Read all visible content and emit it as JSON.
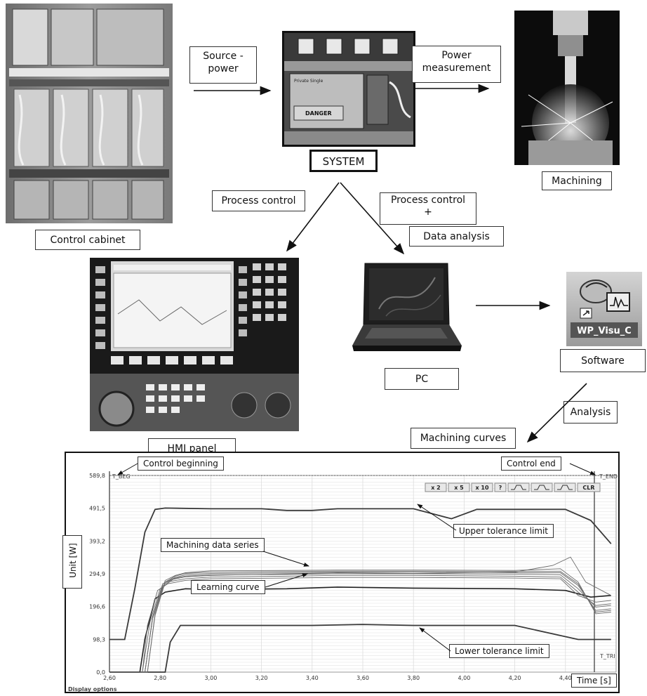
{
  "blocks": {
    "control_cabinet": "Control cabinet",
    "source_power": "Source -\npower",
    "system": "SYSTEM",
    "power_measurement": "Power\nmeasurement",
    "machining": "Machining",
    "process_control_left": "Process control",
    "process_control_right": "Process control\n+",
    "data_analysis": "Data analysis",
    "hmi_panel": "HMI panel",
    "pc": "PC",
    "software": "Software",
    "software_icon_label": "WP_Visu_C",
    "analysis": "Analysis",
    "machining_curves": "Machining curves"
  },
  "system_photo": {
    "sticker_line1": "Private Single",
    "sticker_line2": "DANGER"
  },
  "chart_data": {
    "type": "line",
    "title": "",
    "xlabel": "Time [s]",
    "ylabel": "Unit [W]",
    "xlim": [
      2.6,
      4.6
    ],
    "ylim": [
      0.0,
      589.8
    ],
    "x_ticks": [
      "2,60",
      "2,80",
      "3,00",
      "3,20",
      "3,40",
      "3,60",
      "3,80",
      "4,00",
      "4,20",
      "4,40"
    ],
    "y_ticks": [
      "589,8",
      "491,5",
      "393,2",
      "294,9",
      "196,6",
      "98,3",
      "0,0"
    ],
    "toolbar": [
      "x 2",
      "x 5",
      "x 10",
      "?",
      "",
      "",
      "",
      "CLR"
    ],
    "markers": {
      "begin": "T_BEG",
      "end": "T_END",
      "trigger": "T_TRI"
    },
    "footer": "Display options",
    "annotations": {
      "control_beginning": "Control beginning",
      "control_end": "Control end",
      "upper": "Upper tolerance limit",
      "series": "Machining data series",
      "learning": "Learning curve",
      "lower": "Lower tolerance limit"
    },
    "series": [
      {
        "role": "upper",
        "x": [
          2.6,
          2.66,
          2.7,
          2.74,
          2.78,
          2.82,
          3.0,
          3.2,
          3.3,
          3.4,
          3.5,
          3.8,
          3.9,
          3.95,
          4.05,
          4.2,
          4.4,
          4.5,
          4.58
        ],
        "y": [
          98,
          98,
          250,
          420,
          488,
          492,
          490,
          490,
          485,
          485,
          490,
          490,
          470,
          460,
          488,
          488,
          488,
          455,
          385
        ]
      },
      {
        "role": "lower",
        "x": [
          2.6,
          2.82,
          2.84,
          2.88,
          3.0,
          3.4,
          3.6,
          3.8,
          4.2,
          4.45,
          4.58
        ],
        "y": [
          0,
          0,
          90,
          140,
          140,
          140,
          143,
          140,
          140,
          98,
          98
        ]
      },
      {
        "role": "learning",
        "x": [
          2.6,
          2.72,
          2.74,
          2.78,
          2.82,
          2.9,
          3.0,
          3.3,
          3.5,
          3.8,
          4.2,
          4.4,
          4.5,
          4.58
        ],
        "y": [
          0,
          0,
          100,
          220,
          240,
          250,
          248,
          250,
          255,
          252,
          250,
          245,
          225,
          230
        ]
      },
      {
        "role": "data",
        "x": [
          2.6,
          2.73,
          2.75,
          2.79,
          2.83,
          2.9,
          3.0,
          3.3,
          3.5,
          3.8,
          4.2,
          4.38,
          4.45,
          4.52,
          4.58
        ],
        "y": [
          0,
          0,
          140,
          245,
          265,
          275,
          280,
          282,
          284,
          284,
          282,
          280,
          230,
          210,
          215
        ]
      },
      {
        "role": "data",
        "x": [
          2.6,
          2.73,
          2.76,
          2.8,
          2.84,
          2.9,
          3.0,
          3.3,
          3.5,
          3.8,
          4.2,
          4.38,
          4.45,
          4.52,
          4.58
        ],
        "y": [
          0,
          0,
          150,
          250,
          272,
          280,
          285,
          288,
          290,
          290,
          288,
          285,
          240,
          200,
          205
        ]
      },
      {
        "role": "data",
        "x": [
          2.6,
          2.74,
          2.77,
          2.81,
          2.85,
          2.9,
          3.0,
          3.3,
          3.5,
          3.8,
          4.2,
          4.38,
          4.45,
          4.52,
          4.58
        ],
        "y": [
          0,
          0,
          160,
          260,
          280,
          288,
          292,
          293,
          295,
          295,
          294,
          292,
          250,
          195,
          200
        ]
      },
      {
        "role": "data",
        "x": [
          2.6,
          2.74,
          2.77,
          2.81,
          2.86,
          2.9,
          3.0,
          3.3,
          3.5,
          3.8,
          4.2,
          4.38,
          4.45,
          4.52,
          4.58
        ],
        "y": [
          0,
          0,
          165,
          265,
          284,
          292,
          296,
          298,
          300,
          300,
          298,
          298,
          260,
          185,
          190
        ]
      },
      {
        "role": "data",
        "x": [
          2.6,
          2.75,
          2.78,
          2.82,
          2.86,
          2.9,
          3.0,
          3.3,
          3.5,
          3.8,
          4.2,
          4.38,
          4.45,
          4.52,
          4.58
        ],
        "y": [
          0,
          0,
          170,
          270,
          288,
          296,
          300,
          302,
          303,
          303,
          302,
          302,
          265,
          180,
          185
        ]
      },
      {
        "role": "data",
        "x": [
          2.6,
          2.75,
          2.78,
          2.82,
          2.86,
          2.9,
          3.0,
          3.3,
          3.5,
          3.8,
          4.2,
          4.38,
          4.45,
          4.52,
          4.58
        ],
        "y": [
          0,
          0,
          175,
          275,
          290,
          298,
          304,
          305,
          306,
          306,
          305,
          310,
          270,
          175,
          180
        ]
      },
      {
        "role": "data",
        "x": [
          2.6,
          2.74,
          2.77,
          2.81,
          2.85,
          2.9,
          3.0,
          3.3,
          3.5,
          3.8,
          4.2,
          4.35,
          4.42,
          4.48,
          4.58
        ],
        "y": [
          0,
          0,
          160,
          255,
          278,
          286,
          290,
          295,
          298,
          296,
          300,
          320,
          345,
          270,
          230
        ]
      }
    ]
  }
}
